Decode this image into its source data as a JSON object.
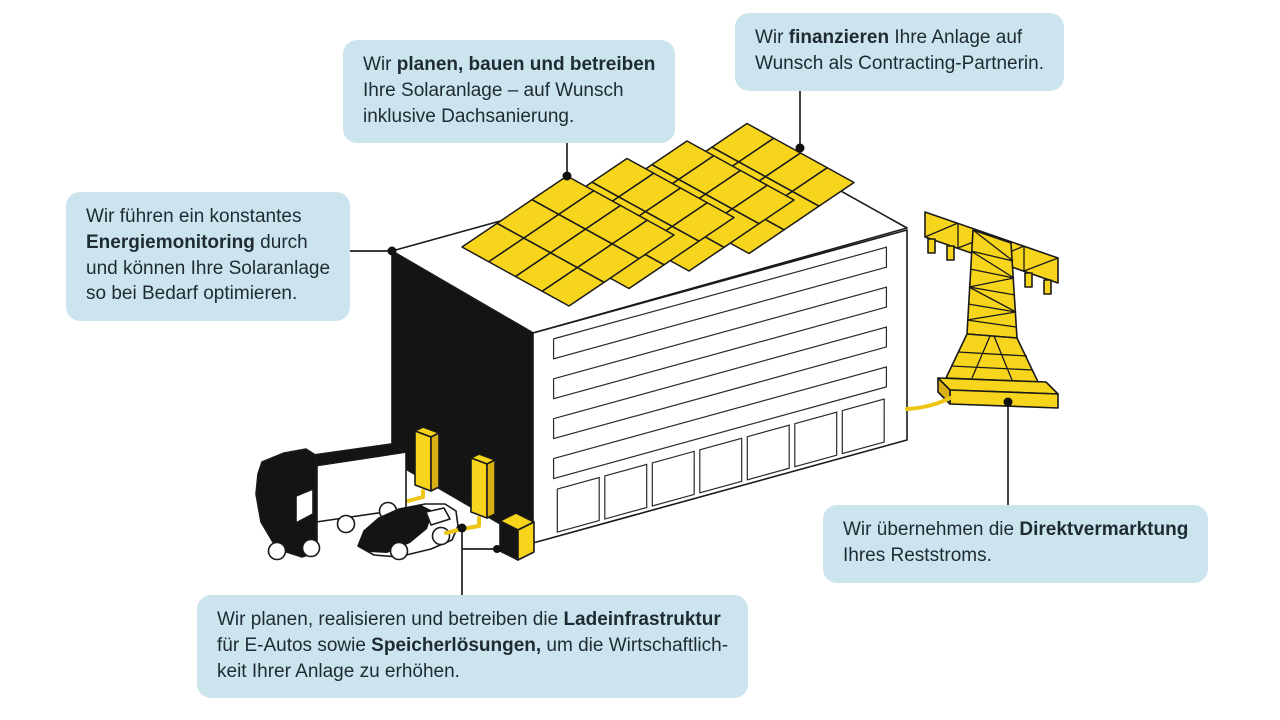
{
  "palette": {
    "callout_bg": "#cce4ee",
    "text": "#1e2b33",
    "yellow": "#f7d51d",
    "yellow_shade": "#d9b013",
    "cable": "#edc615",
    "ink": "#141414",
    "line": "#1a1a1a"
  },
  "callouts": [
    {
      "id": "plan-build-operate",
      "lines": [
        [
          {
            "t": "Wir ",
            "b": false
          },
          {
            "t": "planen, bauen und betreiben",
            "b": true
          }
        ],
        [
          {
            "t": "Ihre Solaranlage – auf Wunsch",
            "b": false
          }
        ],
        [
          {
            "t": "inklusive Dachsanierung.",
            "b": false
          }
        ]
      ]
    },
    {
      "id": "financing",
      "lines": [
        [
          {
            "t": "Wir ",
            "b": false
          },
          {
            "t": "finanzieren",
            "b": true
          },
          {
            "t": " Ihre Anlage auf",
            "b": false
          }
        ],
        [
          {
            "t": "Wunsch als Contracting-Partnerin.",
            "b": false
          }
        ]
      ]
    },
    {
      "id": "energy-monitoring",
      "lines": [
        [
          {
            "t": "Wir führen ein konstantes",
            "b": false
          }
        ],
        [
          {
            "t": "Energiemonitoring",
            "b": true
          },
          {
            "t": " durch",
            "b": false
          }
        ],
        [
          {
            "t": "und können Ihre Solaranlage",
            "b": false
          }
        ],
        [
          {
            "t": "so bei Bedarf optimieren.",
            "b": false
          }
        ]
      ]
    },
    {
      "id": "direct-marketing",
      "lines": [
        [
          {
            "t": "Wir übernehmen die ",
            "b": false
          },
          {
            "t": "Direktvermarktung",
            "b": true
          }
        ],
        [
          {
            "t": "Ihres Reststroms.",
            "b": false
          }
        ]
      ]
    },
    {
      "id": "charging-infrastructure",
      "lines": [
        [
          {
            "t": "Wir planen, realisieren und betreiben die ",
            "b": false
          },
          {
            "t": "Ladeinfrastruktur",
            "b": true
          }
        ],
        [
          {
            "t": "für E-Autos sowie ",
            "b": false
          },
          {
            "t": "Speicherlösungen,",
            "b": true
          },
          {
            "t": " um die Wirtschaftlich-",
            "b": false
          }
        ],
        [
          {
            "t": "keit Ihrer Anlage zu erhöhen.",
            "b": false
          }
        ]
      ]
    }
  ],
  "illustration": {
    "elements": [
      "warehouse-building",
      "solar-panel-arrays",
      "power-transmission-pylon",
      "grid-connection-cable",
      "ev-charging-stations",
      "battery-storage-unit",
      "delivery-truck",
      "electric-car"
    ]
  }
}
